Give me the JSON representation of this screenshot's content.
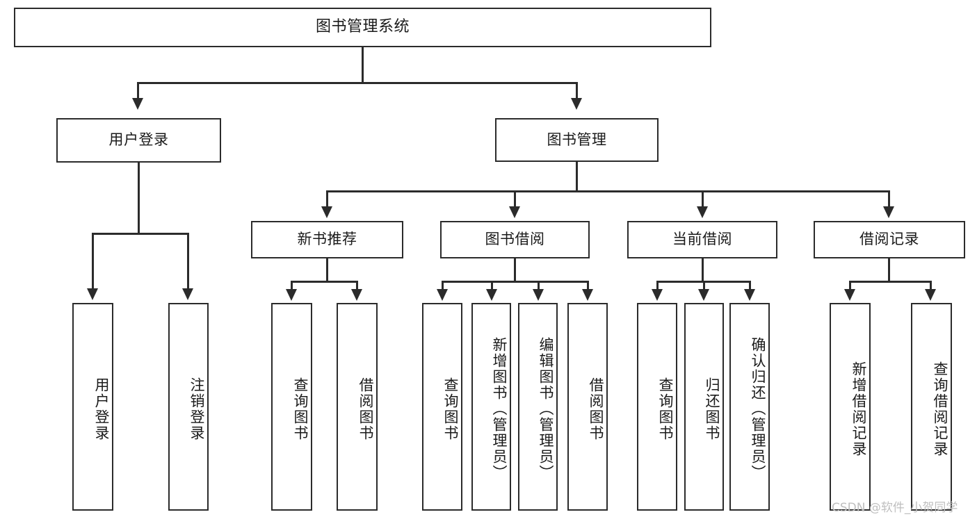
{
  "diagram": {
    "title": "图书管理系统",
    "type": "hierarchy-tree",
    "root": {
      "label": "图书管理系统"
    },
    "level1": [
      {
        "label": "用户登录"
      },
      {
        "label": "图书管理"
      }
    ],
    "level2": [
      {
        "label": "新书推荐"
      },
      {
        "label": "图书借阅"
      },
      {
        "label": "当前借阅"
      },
      {
        "label": "借阅记录"
      }
    ],
    "leaves": {
      "user_login": [
        {
          "label": "用户登录"
        },
        {
          "label": "注销登录"
        }
      ],
      "new_book_recommend": [
        {
          "label": "查询图书"
        },
        {
          "label": "借阅图书"
        }
      ],
      "book_borrow": [
        {
          "label": "查询图书"
        },
        {
          "label": "新增图书（管理员）"
        },
        {
          "label": "编辑图书（管理员）"
        },
        {
          "label": "借阅图书"
        }
      ],
      "current_borrow": [
        {
          "label": "查询图书"
        },
        {
          "label": "归还图书"
        },
        {
          "label": "确认归还（管理员）"
        }
      ],
      "borrow_record": [
        {
          "label": "新增借阅记录"
        },
        {
          "label": "查询借阅记录"
        }
      ]
    }
  },
  "watermark": {
    "text": "CSDN @软件_小贺同学"
  },
  "colors": {
    "stroke": "#2b2b2b",
    "fill": "#ffffff",
    "text": "#1a1a1a",
    "watermark": "#bfbfbf"
  }
}
